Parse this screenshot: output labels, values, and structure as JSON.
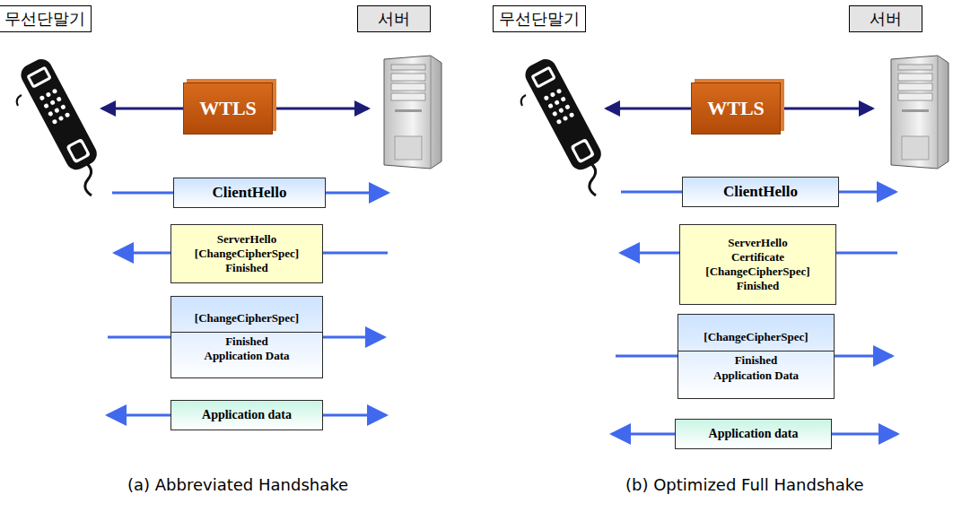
{
  "diagram": {
    "nodes": [
      {
        "text": [
          "무선단말기"
        ]
      },
      {
        "text": [
          "서버"
        ]
      },
      {
        "text": [
          "WTLS"
        ]
      },
      {
        "text": [
          "ClientHello"
        ]
      },
      {
        "text": [
          "ServerHello",
          "[ChangeCipherSpec]",
          "Finished"
        ]
      },
      {
        "text": [
          "[ChangeCipherSpec]",
          "Finished",
          "Application Data"
        ]
      },
      {
        "text": [
          "Application data"
        ]
      },
      {
        "text": [
          "무선단말기"
        ]
      },
      {
        "text": [
          "서버"
        ]
      },
      {
        "text": [
          "WTLS"
        ]
      },
      {
        "text": [
          "ClientHello"
        ]
      },
      {
        "text": [
          "ServerHello",
          "Certificate",
          "[ChangeCipherSpec]",
          "Finished"
        ]
      },
      {
        "text": [
          "[ChangeCipherSpec]",
          "Finished",
          "Application Data"
        ]
      },
      {
        "text": [
          "Application data"
        ]
      }
    ],
    "labels": [
      "(a) Abbreviated Handshake",
      "(b) Optimized Full Handshake"
    ]
  }
}
